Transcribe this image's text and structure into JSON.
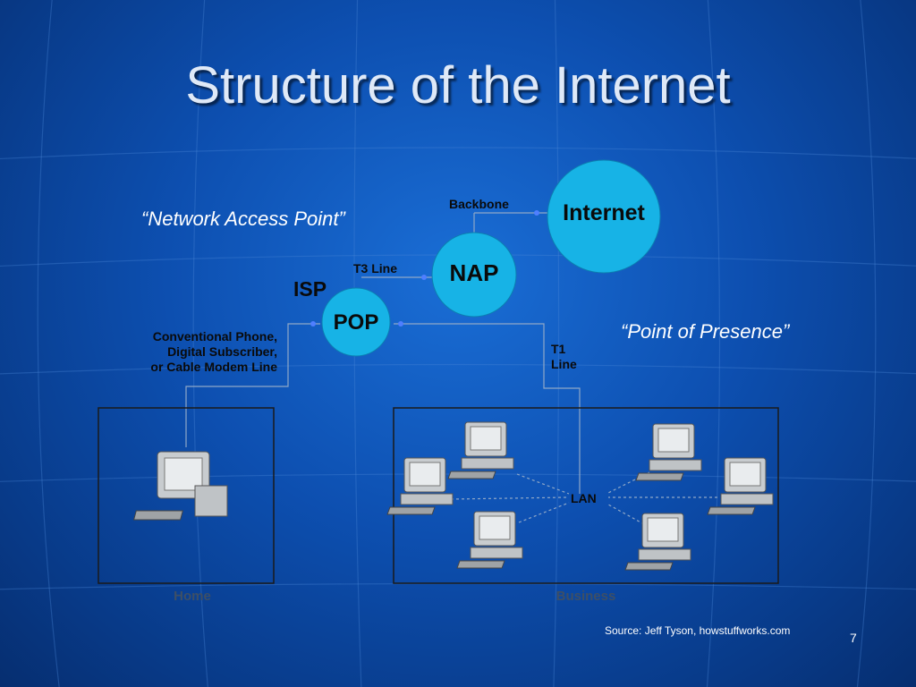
{
  "slide": {
    "title": "Structure of the Internet",
    "nap_quote": "“Network Access Point”",
    "pop_quote": "“Point of Presence”",
    "source": "Source: Jeff Tyson, howstuffworks.com",
    "page_number": "7"
  },
  "diagram": {
    "nodes": {
      "internet": "Internet",
      "nap": "NAP",
      "pop": "POP",
      "isp": "ISP",
      "lan": "LAN"
    },
    "links": {
      "backbone": "Backbone",
      "t3": "T3 Line",
      "t1_line1": "T1",
      "t1_line2": "Line",
      "phone_line1": "Conventional Phone,",
      "phone_line2": "Digital Subscriber,",
      "phone_line3": "or Cable Modem Line"
    },
    "boxes": {
      "home": "Home",
      "business": "Business"
    },
    "colors": {
      "node_fill": "#17b3e6",
      "label_text": "#0a0a0a",
      "box_label": "#3d4f66"
    }
  }
}
